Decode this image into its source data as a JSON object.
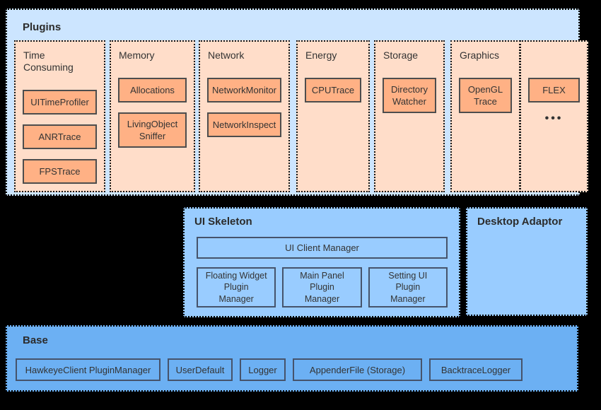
{
  "plugins": {
    "title": "Plugins",
    "columns": [
      {
        "title": "Time Consuming",
        "items": [
          "UITimeProfiler",
          "ANRTrace",
          "FPSTrace"
        ]
      },
      {
        "title": "Memory",
        "items": [
          "Allocations",
          "LivingObject\nSniffer"
        ]
      },
      {
        "title": "Network",
        "items": [
          "NetworkMonitor",
          "NetworkInspect"
        ]
      },
      {
        "title": "Energy",
        "items": [
          "CPUTrace"
        ]
      },
      {
        "title": "Storage",
        "items": [
          "Directory\nWatcher"
        ]
      },
      {
        "title": "Graphics",
        "items": [
          "OpenGL\nTrace"
        ]
      },
      {
        "title": "",
        "items": [
          "FLEX"
        ],
        "ellipsis": "•••"
      }
    ]
  },
  "ui_skeleton": {
    "title": "UI Skeleton",
    "client_manager_label": "UI Client Manager",
    "managers": [
      "Floating Widget\nPlugin\nManager",
      "Main Panel\nPlugin\nManager",
      "Setting UI\nPlugin\nManager"
    ]
  },
  "desktop_adaptor": {
    "title": "Desktop Adaptor"
  },
  "base": {
    "title": "Base",
    "items": [
      "HawkeyeClient PluginManager",
      "UserDefault",
      "Logger",
      "AppenderFile (Storage)",
      "BacktraceLogger"
    ]
  },
  "colors": {
    "canvas_bg": "#000000",
    "plugins_bg": "#cce5ff",
    "column_bg": "#ffddc9",
    "plugin_item_bg": "#ffb185",
    "skeleton_bg": "#99ccff",
    "desktop_adaptor_bg": "#99ccff",
    "base_bg": "#6cb0f3",
    "solid_border": "#4d4d4d",
    "dotted_border": "#000000",
    "text": "#333333"
  }
}
